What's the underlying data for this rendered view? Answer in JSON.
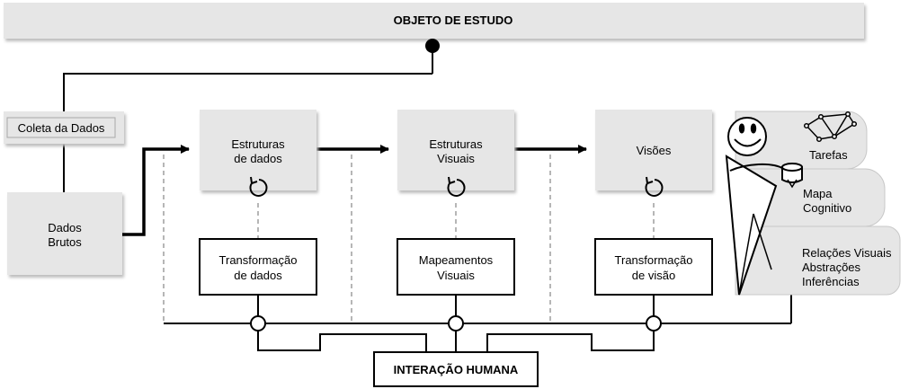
{
  "top_bar": {
    "label": "OBJETO DE ESTUDO"
  },
  "coleta": {
    "label": "Coleta da Dados"
  },
  "dados_brutos": {
    "line1": "Dados",
    "line2": "Brutos"
  },
  "stages": [
    {
      "line1": "Estruturas",
      "line2": "de dados"
    },
    {
      "line1": "Estruturas",
      "line2": "Visuais"
    },
    {
      "line1": "Visões",
      "line2": ""
    }
  ],
  "operators": [
    {
      "line1": "Transformação",
      "line2": "de dados"
    },
    {
      "line1": "Mapeamentos",
      "line2": "Visuais"
    },
    {
      "line1": "Transformação",
      "line2": "de visão"
    }
  ],
  "human_interaction": {
    "label": "INTERAÇÃO HUMANA"
  },
  "user_panel": {
    "tarefas": "Tarefas",
    "mapa_line1": "Mapa",
    "mapa_line2": "Cognitivo",
    "relacoes_line1": "Relações Visuais",
    "relacoes_line2": "Abstrações",
    "relacoes_line3": "Inferências"
  },
  "colors": {
    "box_fill": "#e6e6e6",
    "box_shadow": "#c8c8c8",
    "line": "#000000",
    "dashed": "#9e9e9e"
  }
}
